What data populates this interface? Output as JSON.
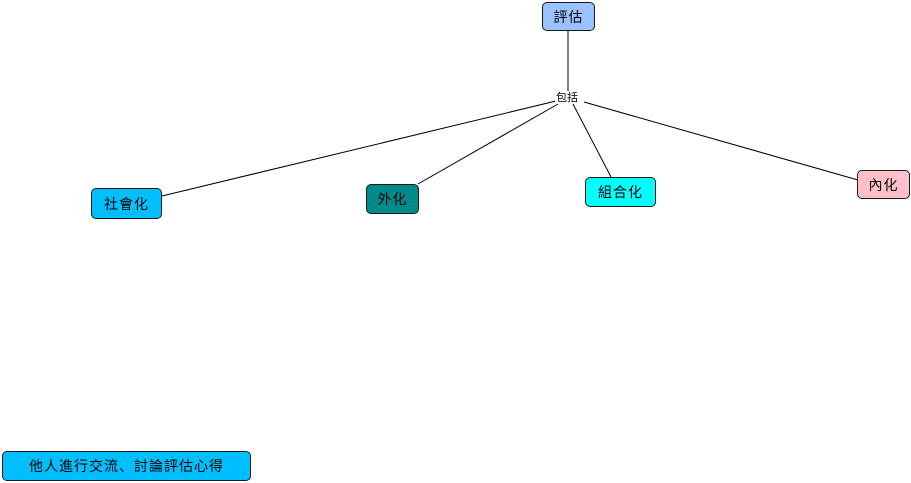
{
  "root": {
    "label": "評估",
    "color": "#99c2ff"
  },
  "link_label": "包括",
  "children": [
    {
      "label": "社會化",
      "color": "#00bfff"
    },
    {
      "label": "外化",
      "color": "#008b8b"
    },
    {
      "label": "組合化",
      "color": "#00ffff"
    },
    {
      "label": "內化",
      "color": "#ffc0cb"
    }
  ],
  "note": {
    "label": "他人進行交流、討論評估心得",
    "color": "#00bfff"
  }
}
